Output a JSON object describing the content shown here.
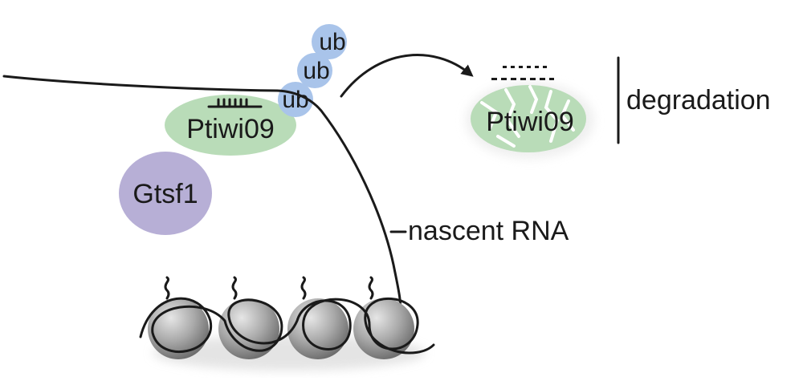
{
  "labels": {
    "ub": [
      "ub",
      "ub",
      "ub"
    ],
    "protein_bound": "Ptiwi09",
    "protein_degraded": "Ptiwi09",
    "partner": "Gtsf1",
    "degradation": "degradation",
    "nascent_rna": "nascent RNA"
  },
  "colors": {
    "ptiwi_green": "#b9dcb8",
    "gtsf1_purple": "#b7afd6",
    "ub_blue": "#a9c4ea",
    "nucleosome_gray": "#a8a8a8",
    "line": "#1a1a1a"
  }
}
